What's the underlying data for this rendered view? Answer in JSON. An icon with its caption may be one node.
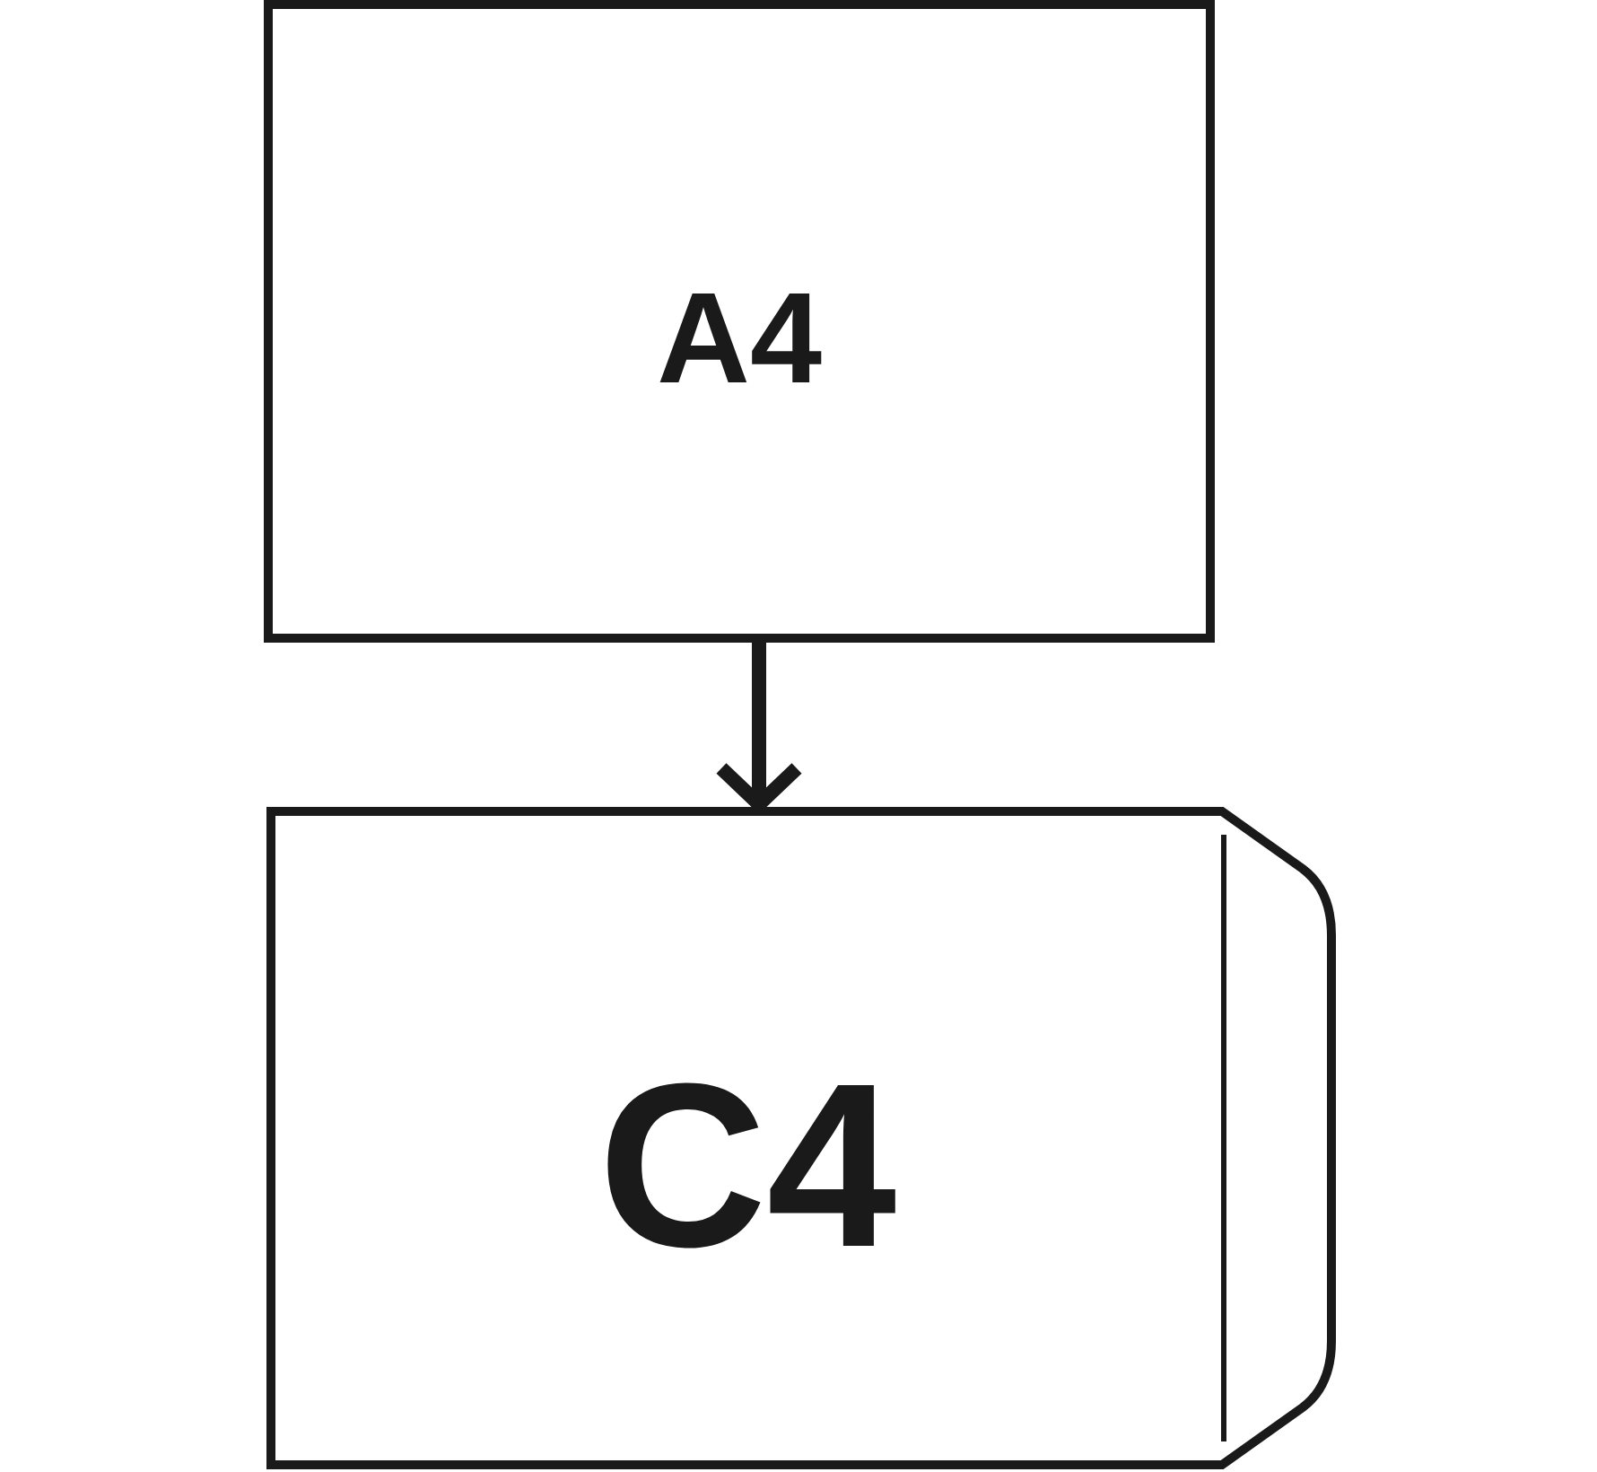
{
  "diagram": {
    "nodes": [
      {
        "text": [
          "A4"
        ]
      },
      {
        "text": [
          "C4"
        ]
      }
    ],
    "edges": [
      {
        "from": 0,
        "to": 1,
        "arrow": "to"
      }
    ]
  }
}
